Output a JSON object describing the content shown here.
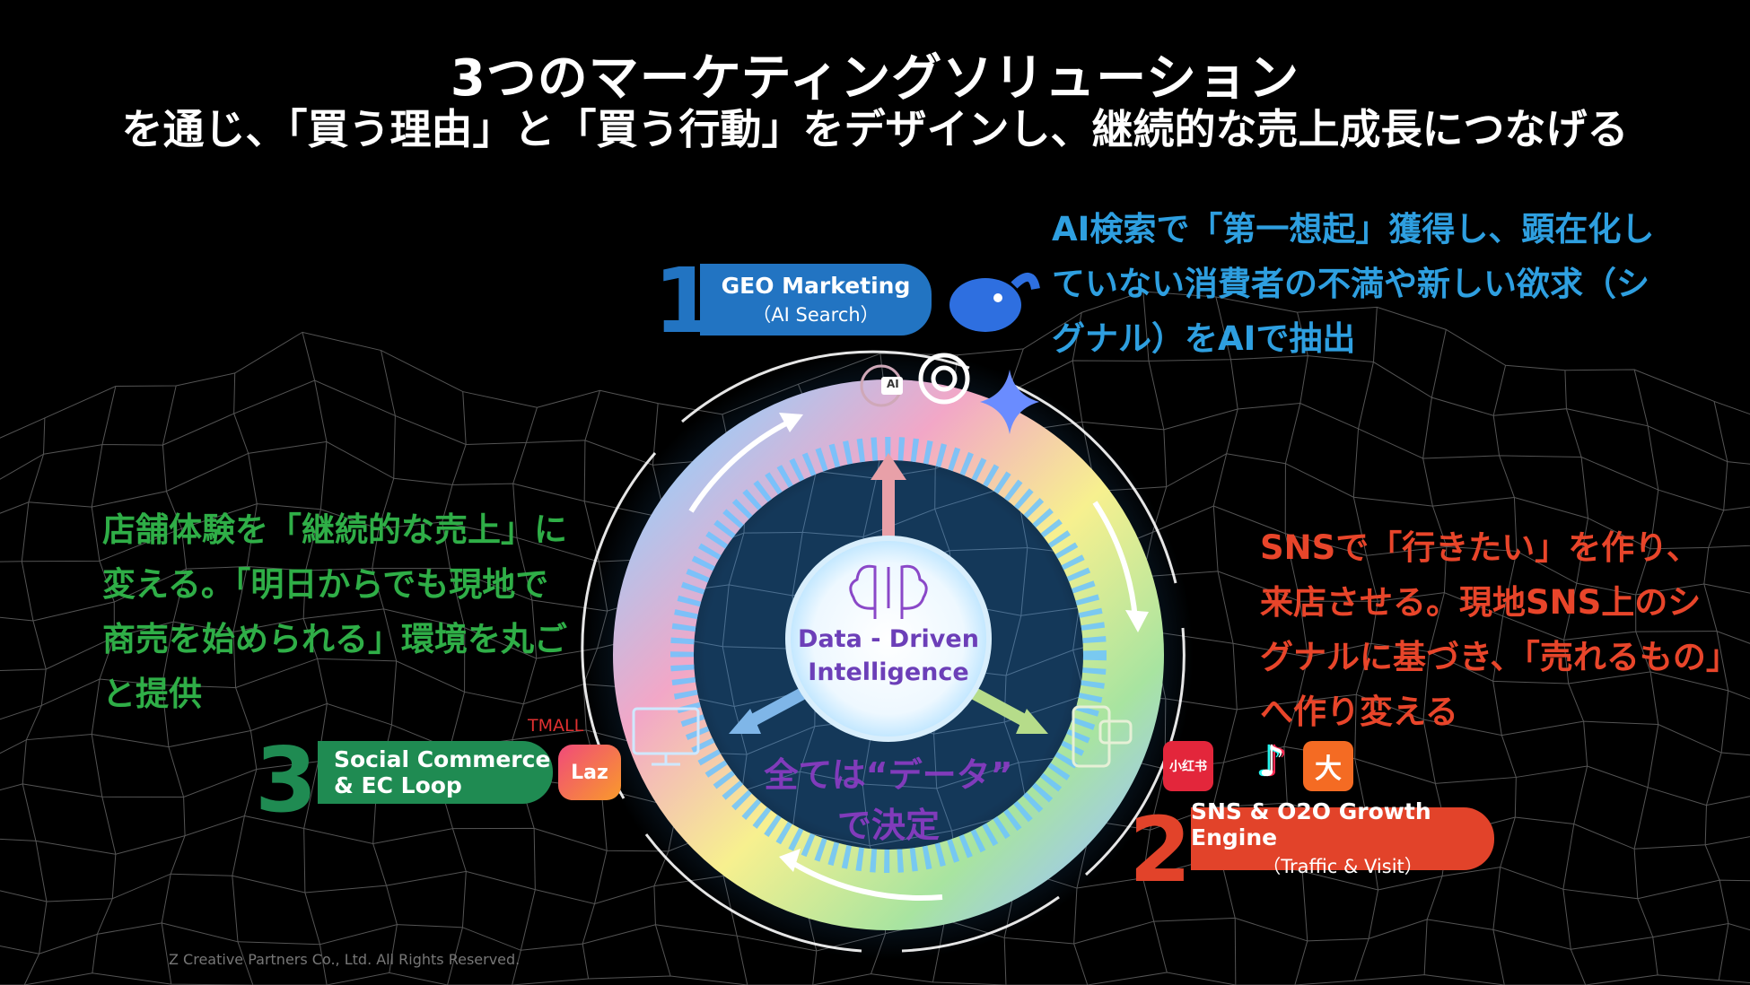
{
  "title": {
    "line1": "3つのマーケティングソリューション",
    "line2": "を通じ、「買う理由」と「買う行動」をデザインし、継続的な売上成長につなげる"
  },
  "solutions": {
    "geo": {
      "number": "1",
      "label_line1": "GEO Marketing",
      "label_line2": "（AI Search）",
      "description": "AI検索で「第一想起」獲得し、顕在化していない消費者の不満や新しい欲求（シグナル）をAIで抽出"
    },
    "sns": {
      "number": "2",
      "label_line1": "SNS & O2O Growth Engine",
      "label_line2": "（Traffic & Visit）",
      "description": "SNSで「行きたい」を作り、来店させる。現地SNS上のシグナルに基づき、「売れるもの」へ作り変える"
    },
    "social": {
      "number": "3",
      "label_line1": "Social Commerce",
      "label_line2": "& EC Loop",
      "description": "店舗体験を「継続的な売上」に変える。「明日からでも現地で商売を始められる」環境を丸ごと提供"
    }
  },
  "hub": {
    "line1": "Data - Driven",
    "line2": "Intelligence",
    "icon": "brain-circuit-icon"
  },
  "slogan": {
    "line1": "全ては“データ”",
    "line2": "で決定"
  },
  "badges": {
    "ai": "AI",
    "rednote": "小红书",
    "laz": "Laz",
    "tmall": "TMALL"
  },
  "copyright": "Z Creative Partners Co., Ltd. All Rights Reserved.",
  "colors": {
    "geo": "#2274c2",
    "sns": "#e2432a",
    "social": "#1f8b52",
    "hub_text": "#6c3fb8",
    "desc_geo": "#2e9fe0",
    "desc_sns": "#e8452a",
    "desc_social": "#2fae47"
  }
}
